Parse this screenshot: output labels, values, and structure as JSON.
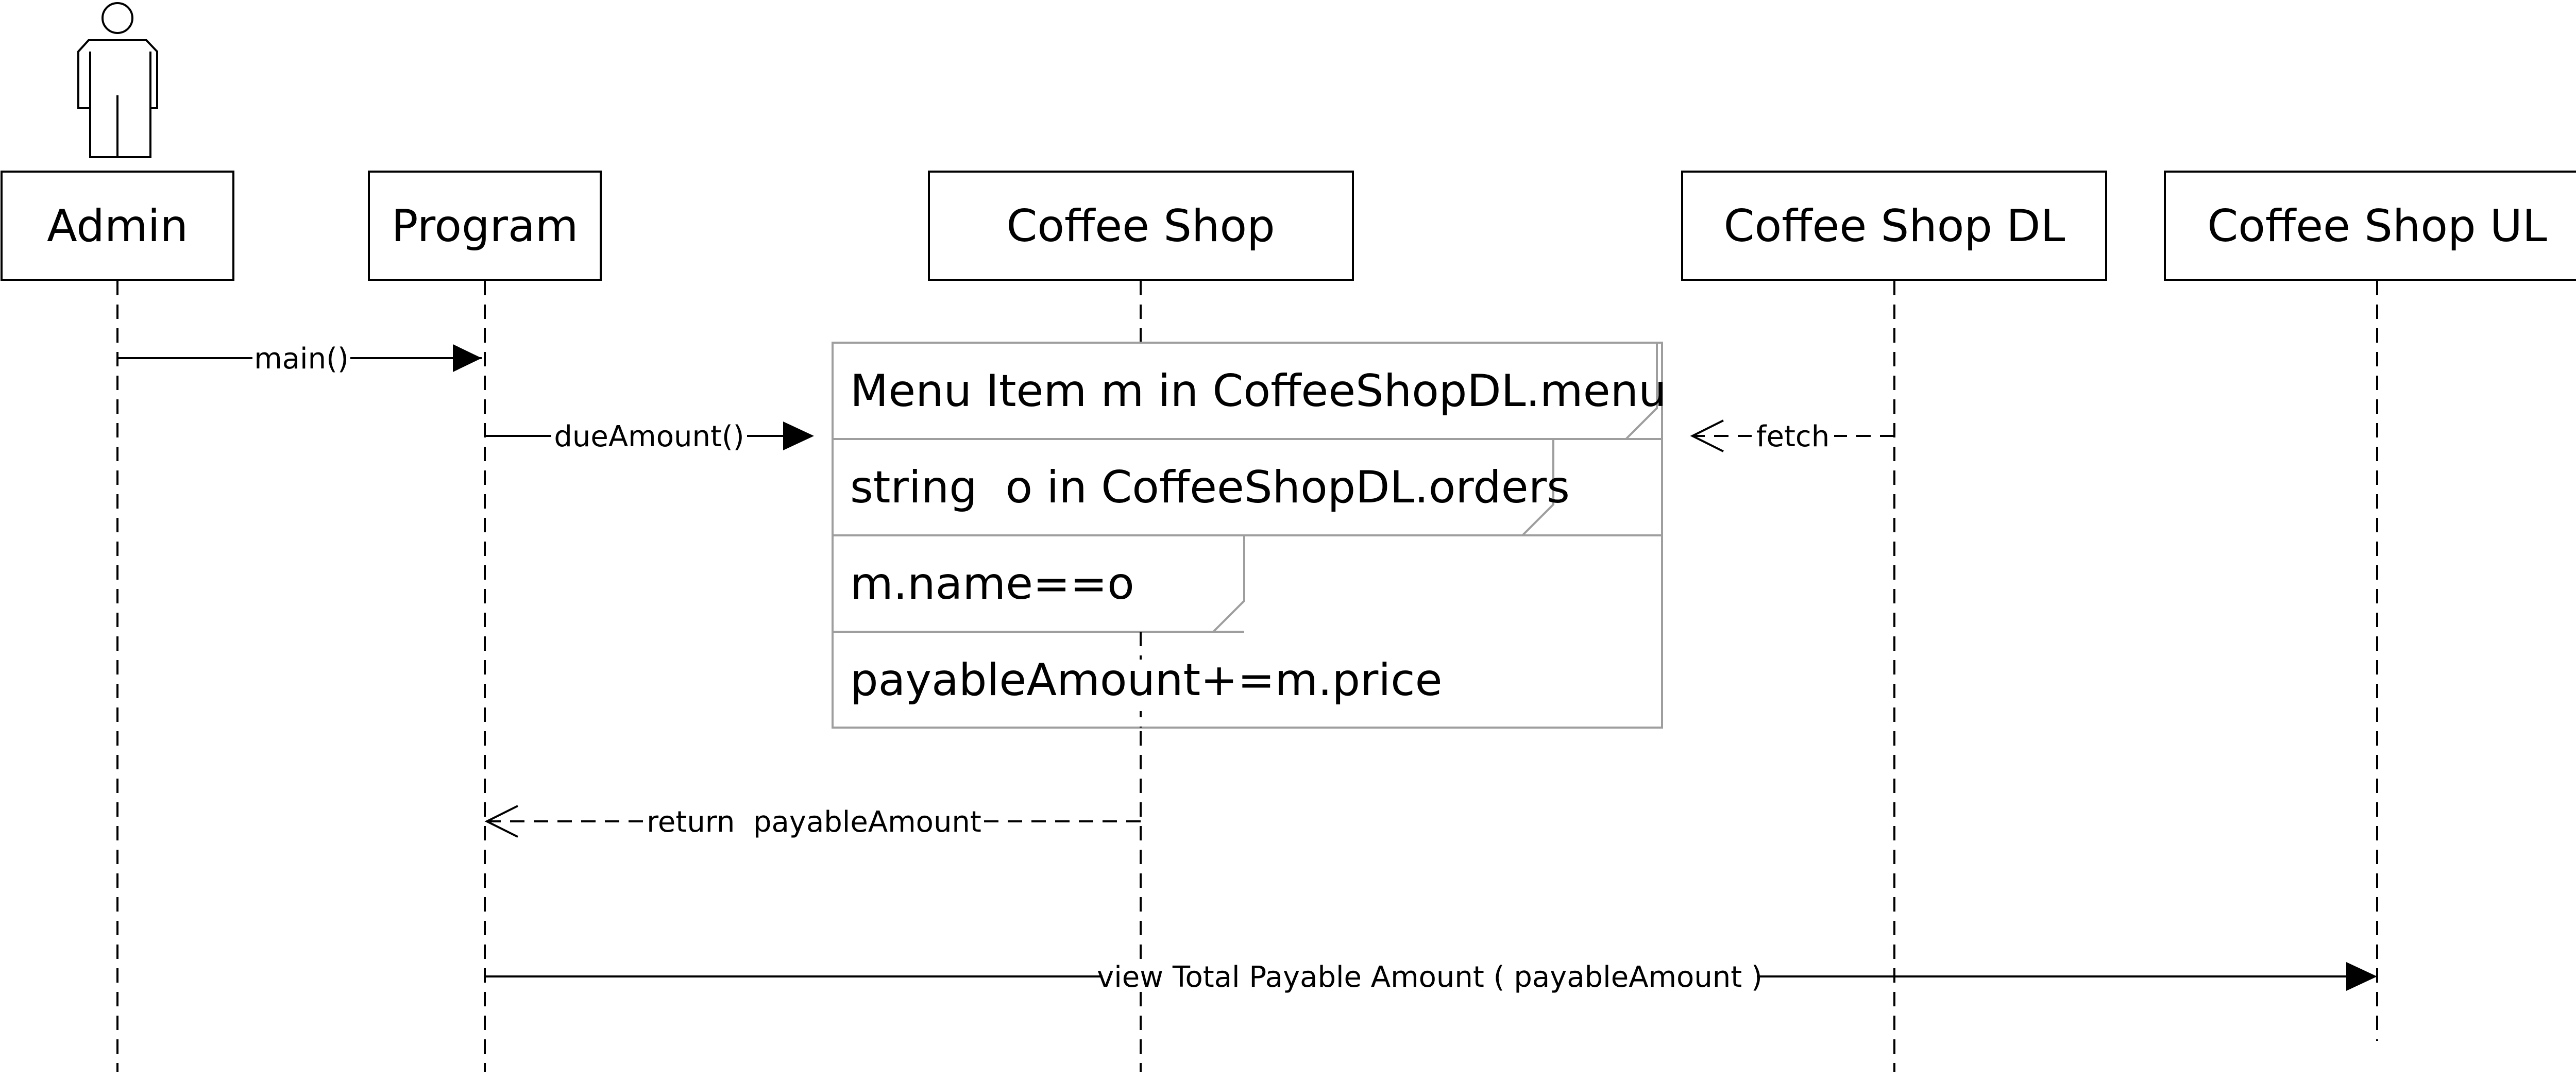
{
  "lifelines": [
    {
      "id": "admin",
      "label": "Admin",
      "actor": true
    },
    {
      "id": "program",
      "label": "Program"
    },
    {
      "id": "coffee_shop",
      "label": "Coffee Shop"
    },
    {
      "id": "coffee_shop_dl",
      "label": "Coffee Shop DL"
    },
    {
      "id": "coffee_shop_ul",
      "label": "Coffee Shop UL"
    }
  ],
  "messages": [
    {
      "id": "main",
      "label": "main()",
      "kind": "sync"
    },
    {
      "id": "due_amount",
      "label": "dueAmount()",
      "kind": "sync"
    },
    {
      "id": "fetch",
      "label": "fetch",
      "kind": "return"
    },
    {
      "id": "return_payable",
      "label": "return  payableAmount",
      "kind": "return"
    },
    {
      "id": "view_total",
      "label": "view Total Payable Amount ( payableAmount )",
      "kind": "sync"
    }
  ],
  "fragments": [
    {
      "id": "loop_menu",
      "label": "Menu Item m in CoffeeShopDL.menu"
    },
    {
      "id": "loop_orders",
      "label": "string  o in CoffeeShopDL.orders"
    },
    {
      "id": "cond_name",
      "label": "m.name==o"
    },
    {
      "id": "action_add",
      "label": "payableAmount+=m.price"
    }
  ],
  "colors": {
    "line": "#000000",
    "frame": "#9e9e9e"
  }
}
